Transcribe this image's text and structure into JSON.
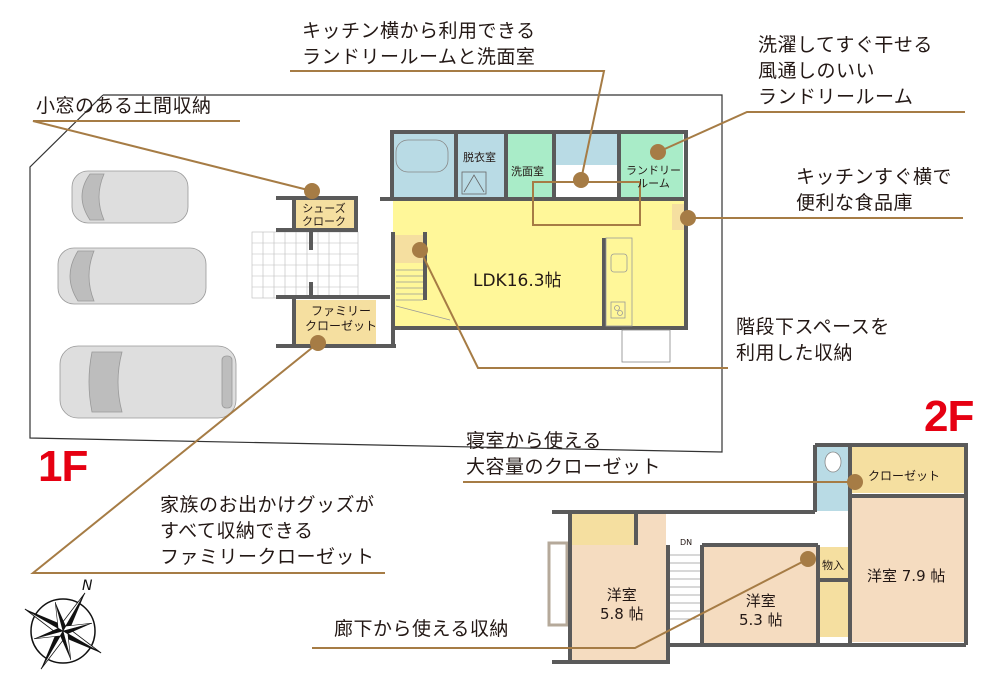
{
  "colors": {
    "accent_line": "#a67c45",
    "floor_label": "#e60012",
    "ldk_fill": "#fff799",
    "storage_fill": "#f5dfa0",
    "bath_fill": "#b9dbe5",
    "wash_fill": "#a9ecc8",
    "bedroom_fill": "#f5dcc0",
    "wall": "#5a5a5a",
    "text": "#231815"
  },
  "floors": {
    "first": {
      "label": "1F"
    },
    "second": {
      "label": "2F"
    }
  },
  "rooms_1f": {
    "bathroom": {
      "label": ""
    },
    "dressing": {
      "label": "脱衣室"
    },
    "washroom": {
      "label": "洗面室"
    },
    "laundry": {
      "line1": "ランドリー",
      "line2": "ルーム"
    },
    "shoe_cloak": {
      "line1": "シューズ",
      "line2": "クローク"
    },
    "family_closet": {
      "line1": "ファミリー",
      "line2": "クローゼット"
    },
    "ldk": {
      "label": "LDK16.3帖"
    }
  },
  "rooms_2f": {
    "closet": {
      "label": "クローゼット"
    },
    "storage": {
      "label": "物入"
    },
    "western_large": {
      "label": "洋室 7.9 帖"
    },
    "western_mid": {
      "line1": "洋室",
      "line2": "5.8 帖"
    },
    "western_small": {
      "line1": "洋室",
      "line2": "5.3 帖"
    },
    "stairs": {
      "label": "DN"
    }
  },
  "callouts": [
    {
      "id": "doma",
      "lines": [
        "小窓のある土間収納"
      ]
    },
    {
      "id": "laundry-wash",
      "lines": [
        "キッチン横から利用できる",
        "ランドリールームと洗面室"
      ]
    },
    {
      "id": "laundry-room",
      "lines": [
        "洗濯してすぐ干せる",
        "風通しのいい",
        "ランドリールーム"
      ]
    },
    {
      "id": "pantry",
      "lines": [
        "キッチンすぐ横で",
        "便利な食品庫"
      ]
    },
    {
      "id": "under-stairs",
      "lines": [
        "階段下スペースを",
        "利用した収納"
      ]
    },
    {
      "id": "family-closet",
      "lines": [
        "家族のお出かけグッズが",
        "すべて収納できる",
        "ファミリークローゼット"
      ]
    },
    {
      "id": "bedroom-closet",
      "lines": [
        "寝室から使える",
        "大容量のクローゼット"
      ]
    },
    {
      "id": "hall-storage",
      "lines": [
        "廊下から使える収納"
      ]
    }
  ],
  "compass": {
    "north_label": "N"
  }
}
